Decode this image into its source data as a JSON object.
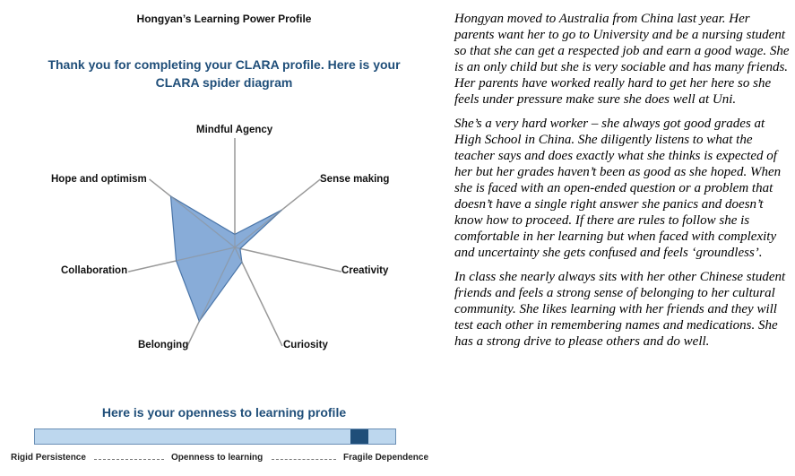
{
  "header": {
    "title": "Hongyan’s Learning Power Profile",
    "thank_you": "Thank you for completing your CLARA profile. Here is your CLARA spider diagram"
  },
  "chart_data": {
    "type": "radar",
    "title": "",
    "axes": [
      "Mindful Agency",
      "Sense making",
      "Creativity",
      "Curiosity",
      "Belonging",
      "Collaboration",
      "Hope and optimism"
    ],
    "series": [
      {
        "values": [
          0.12,
          0.55,
          0.05,
          0.15,
          0.75,
          0.55,
          0.75
        ]
      }
    ],
    "range": [
      0,
      1
    ],
    "colors": {
      "fill": "#7ba3d4",
      "stroke": "#4a75a8",
      "axis": "#999999"
    }
  },
  "openness": {
    "heading": "Here is your openness to learning profile",
    "left_label": "Rigid Persistence",
    "center_label": "Openness to learning",
    "right_label": "Fragile Dependence",
    "value": 0.9,
    "colors": {
      "bar": "#bdd7ee",
      "marker": "#1f4e79"
    }
  },
  "narrative": {
    "paragraphs": [
      "Hongyan moved to Australia from China last year. Her parents want her to go to University and be a nursing student so that she can get a respected job and earn a good wage. She is an only child but she is very sociable and has many friends. Her parents have worked really hard to get her here so she feels under pressure make sure she does well at Uni.",
      "She’s a very hard worker – she always got good grades at High School in China. She diligently listens to what the teacher says and does exactly what she thinks is expected of her but her grades haven’t been as good as she hoped. When she is faced with an open-ended question or a problem that doesn’t have a single right answer she panics and doesn’t know how to proceed. If there are rules to follow she is comfortable in her learning but when faced with complexity and uncertainty she gets confused and feels ‘groundless’.",
      "In class she nearly always sits with her other Chinese student friends and feels a strong sense of belonging to her cultural community. She likes learning with her friends and they will test each other in remembering names and medications. She has a strong drive to please others and do well."
    ]
  }
}
